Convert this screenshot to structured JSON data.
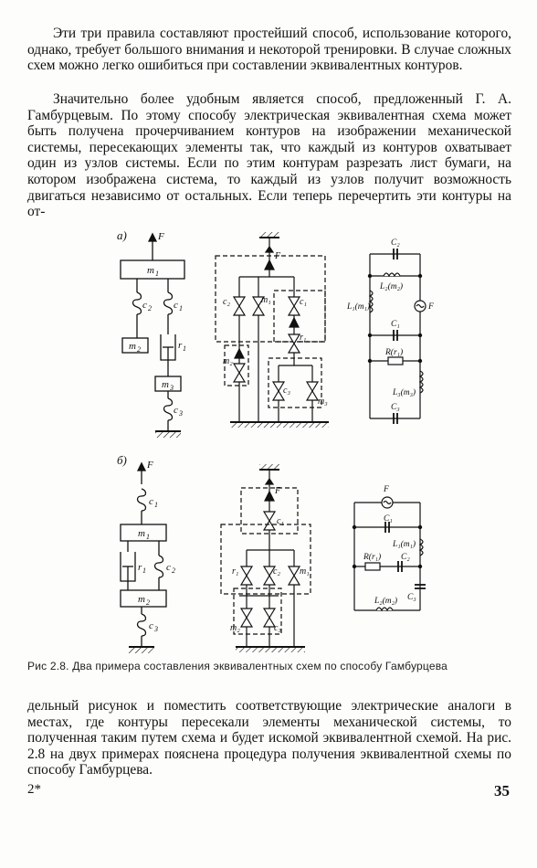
{
  "paragraphs": {
    "p1": "Эти три правила составляют простейший способ, использование которого, однако, требует большого внимания и некоторой тренировки. В случае сложных схем можно легко ошибиться при составлении эквивалентных контуров.",
    "p2": "Значительно более удобным является способ, предложенный Г. А. Гамбурцевым. По этому способу электрическая эквивалентная схема может быть получена прочерчиванием контуров на изображении механической системы, пересекающих элементы так, что каждый из контуров охватывает один из узлов системы. Если по этим контурам разрезать лист бумаги, на котором изображена система, то каждый из узлов получит возможность двигаться независимо от остальных. Если теперь перечертить эти контуры на от-",
    "p3": "дельный рисунок и поместить соответствующие электрические аналоги в местах, где контуры пересекали элементы механической системы, то полученная таким путем схема и будет искомой эквивалентной схемой. На рис. 2.8 на двух примерах пояснена процедура получения эквивалентной схемы по способу Гамбурцева."
  },
  "figure": {
    "caption": "Рис 2.8. Два примера составления эквивалентных схем по способу Гамбурцева",
    "a": {
      "panel_label": "а)",
      "force": "F",
      "mech": {
        "m1": "m",
        "m1_sub": "1",
        "c2": "c",
        "c2_sub": "2",
        "c1": "c",
        "c1_sub": "1",
        "m2": "m",
        "m2_sub": "2",
        "r1": "r",
        "r1_sub": "1",
        "m3": "m",
        "m3_sub": "3",
        "c3": "c",
        "c3_sub": "3"
      },
      "graph": {
        "F": "F",
        "c2": "c₂",
        "m1": "m₁",
        "c1": "c₁",
        "m2": "m₂",
        "r1": "r₁",
        "c3": "c₃",
        "m3": "m₃"
      },
      "circuit": {
        "c2": "C₂",
        "L2": "L₂(m₂)",
        "L1": "L₁(m₁)",
        "F": "F",
        "c1": "C₁",
        "R": "R(r₁)",
        "L3": "L₃(m₃)",
        "c3": "C₃"
      }
    },
    "b": {
      "panel_label": "б)",
      "force": "F",
      "mech": {
        "c1": "c",
        "c1_sub": "1",
        "m1": "m",
        "m1_sub": "1",
        "r1": "r",
        "r1_sub": "1",
        "c2": "c",
        "c2_sub": "2",
        "m2": "m",
        "m2_sub": "2",
        "c3": "c",
        "c3_sub": "3"
      },
      "graph": {
        "F": "F",
        "c1": "c₁",
        "r1": "r₁",
        "c2": "c₂",
        "m1": "m₁",
        "m2": "m₂",
        "c3": "c₃"
      },
      "circuit": {
        "F": "F",
        "c1": "C₁",
        "L1": "L₁(m₁)",
        "R": "R(r₁)",
        "c2": "C₂",
        "c3": "C₃",
        "L2": "L₂(m₂)"
      }
    }
  },
  "footnote_mark": "2*",
  "page_number": "35"
}
